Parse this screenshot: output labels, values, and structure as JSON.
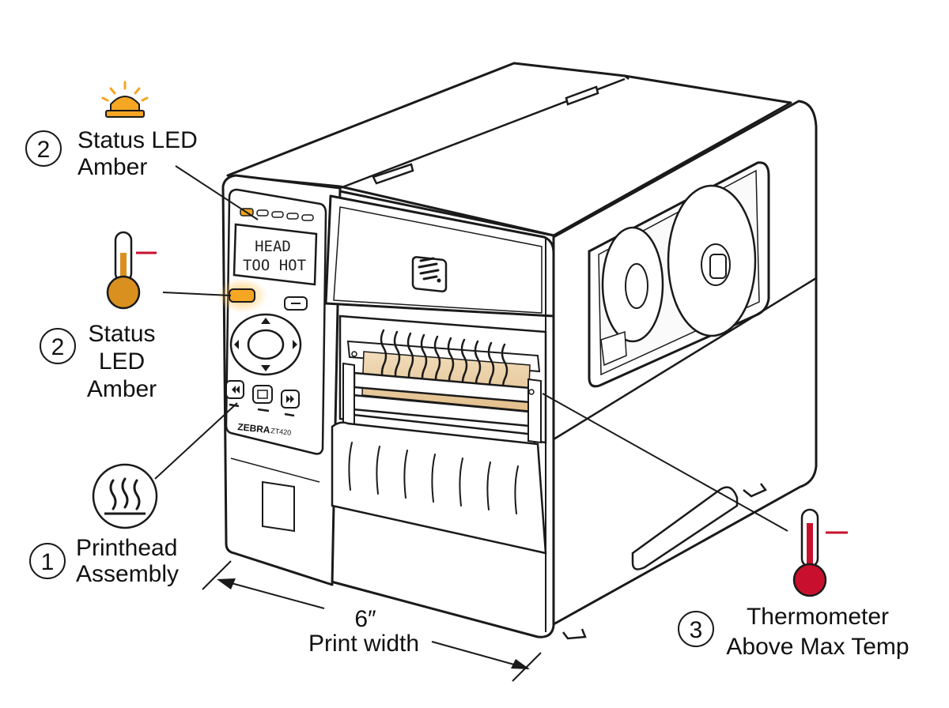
{
  "display": {
    "line1": "HEAD",
    "line2": "TOO HOT"
  },
  "brand": {
    "name": "ZEBRA",
    "model": "ZT420"
  },
  "callouts": {
    "top_led": {
      "number": "2",
      "line1": "Status LED",
      "line2": "Amber"
    },
    "side_led": {
      "number": "2",
      "line1": "Status",
      "line2": "LED",
      "line3": "Amber"
    },
    "printhead": {
      "number": "1",
      "line1": "Printhead",
      "line2": "Assembly"
    },
    "thermometer": {
      "number": "3",
      "line1": "Thermometer",
      "line2": "Above Max Temp"
    }
  },
  "dimension": {
    "value": "6″",
    "label": "Print width"
  },
  "icons": [
    "alarm-light-icon",
    "thermometer-icon",
    "heat-waves-icon",
    "zebra-logo-icon"
  ],
  "colors": {
    "amber": "#F5A623",
    "amber_glow": "#FFD27A",
    "thermo_amber": "#D9901E",
    "thermo_red": "#C8102E",
    "heat_band": "#E9CFA6",
    "outline": "#1a1a1a"
  }
}
